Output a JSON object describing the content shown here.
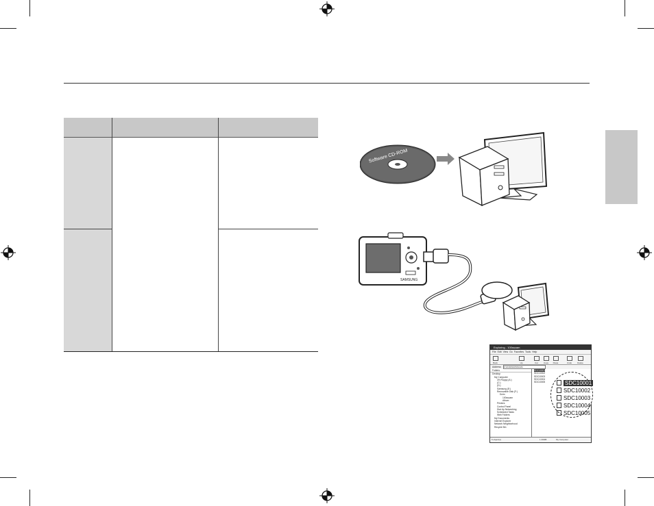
{
  "explorer": {
    "title": "Exploring - 100sscam",
    "menu": [
      "File",
      "Edit",
      "View",
      "Go",
      "Favorites",
      "Tools",
      "Help"
    ],
    "toolbar": [
      "Back",
      "Up",
      "Cut",
      "Copy",
      "Paste",
      "Undo",
      "Delete"
    ],
    "address_label": "Address",
    "address_value": "F:\\DCIM\\100SSCAM",
    "folders_label": "Folders",
    "tree": [
      "Desktop",
      "My Computer",
      "3½ Floppy (A:)",
      "(C:)",
      "(D:)",
      "Samsung (E:)",
      "Removable Disk (F:)",
      "Dcim",
      "100sscam",
      "Album",
      "Printers",
      "Control Panel",
      "Dial-Up Networking",
      "Scheduled Tasks",
      "Web Folders",
      "My Documents",
      "Internet Explorer",
      "Network Neighborhood",
      "Recycle Bin"
    ],
    "files": [
      "SDC10001",
      "SDC10002",
      "SDC10003",
      "SDC10004",
      "SDC10005"
    ],
    "status_left": "5 object(s)",
    "status_mid": "1.39MB",
    "status_right": "My Computer"
  },
  "zoom_files": [
    "SDC10001",
    "SDC10002",
    "SDC10003",
    "SDC10004",
    "SDC10005"
  ],
  "cd_label": "Software CD-ROM",
  "camera_brand": "SAMSUNG"
}
